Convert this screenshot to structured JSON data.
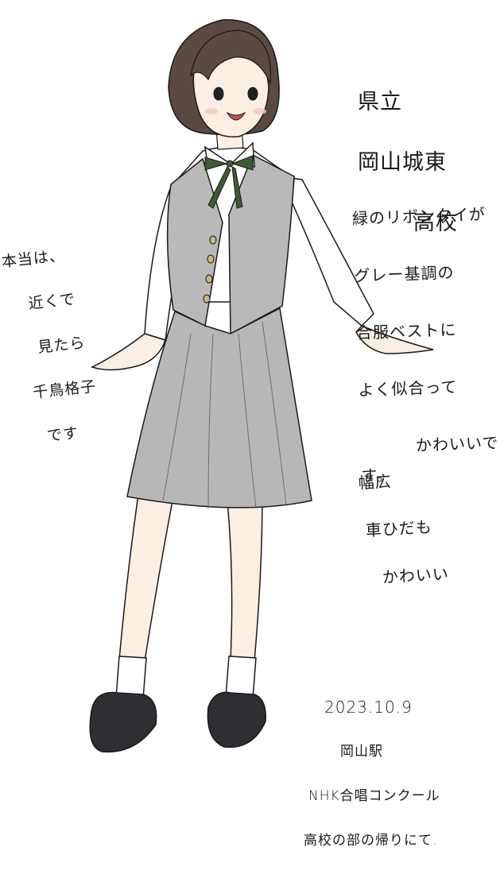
{
  "notes": {
    "school": [
      "県立",
      "岡山城東",
      "高校"
    ],
    "ribbon": [
      "緑のリボンタイが",
      "グレー基調の",
      "合服ベストに",
      "よく似合って",
      "かわいいです。"
    ],
    "left": [
      "本当は、",
      "近くで",
      "見たら",
      "千鳥格子",
      "です"
    ],
    "pleats": [
      "幅広",
      "車ひだも",
      "かわいい"
    ],
    "footer": [
      "2023.10.9",
      "岡山駅",
      "NHK合唱コンクール",
      "高校の部の帰りにて."
    ]
  },
  "colors": {
    "vest": "#b9b9b9",
    "skirt": "#b7b7b7",
    "shirt": "#ffffff",
    "ribbon": "#3e5b35",
    "hair": "#5a4a42",
    "skin": "#fbeee2",
    "shoes": "#2e2e33",
    "buttons": "#c9b77c",
    "line": "#1a1a1a"
  }
}
